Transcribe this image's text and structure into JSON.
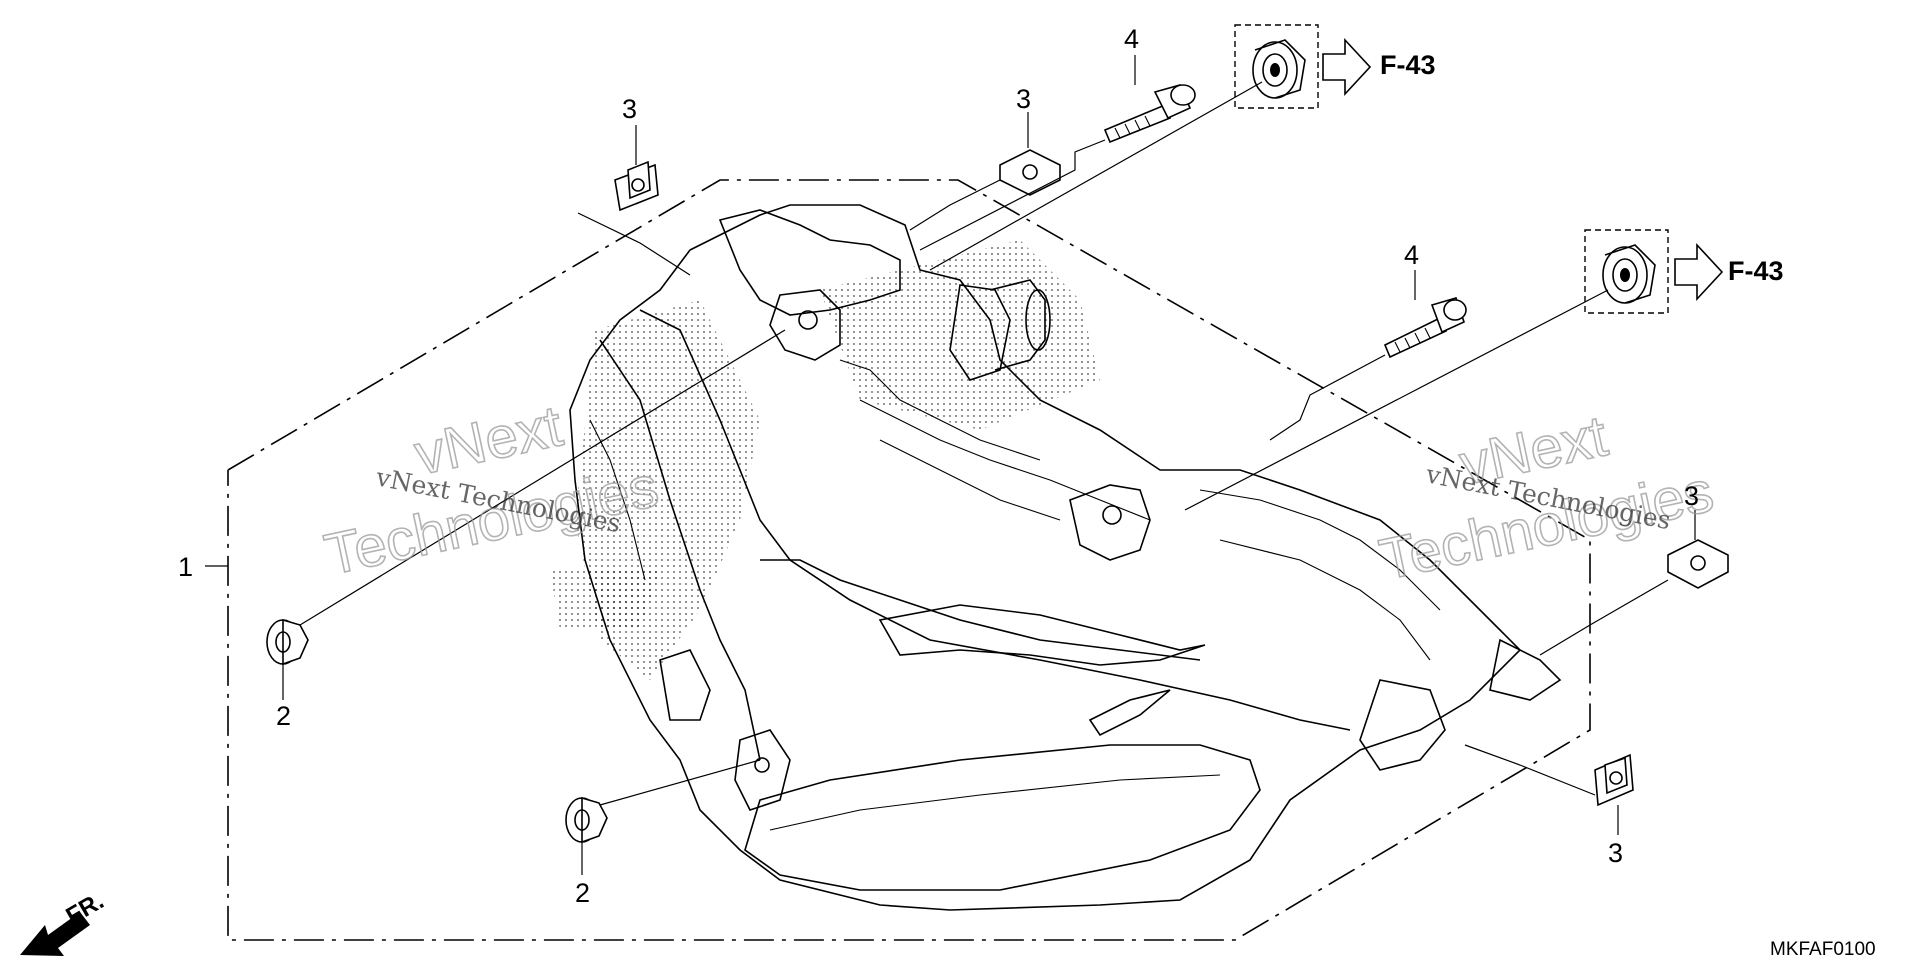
{
  "diagram": {
    "callouts": [
      {
        "id": "callout-1",
        "label": "1"
      },
      {
        "id": "callout-2-left",
        "label": "2"
      },
      {
        "id": "callout-2-bottom",
        "label": "2"
      },
      {
        "id": "callout-3-topleft",
        "label": "3"
      },
      {
        "id": "callout-3-topmid",
        "label": "3"
      },
      {
        "id": "callout-3-right",
        "label": "3"
      },
      {
        "id": "callout-3-bottomright",
        "label": "3"
      },
      {
        "id": "callout-4-top",
        "label": "4"
      },
      {
        "id": "callout-4-mid",
        "label": "4"
      }
    ],
    "references": [
      {
        "id": "ref-top",
        "label": "F-43"
      },
      {
        "id": "ref-mid",
        "label": "F-43"
      }
    ],
    "direction_label": "FR.",
    "figure_code": "MKFAF0100",
    "watermarks": {
      "left_small": "vNext Technologies",
      "left_big_line1": "vNext",
      "left_big_line2": "Technologies",
      "right_small": "vNext Technologies",
      "right_big_line1": "vNext",
      "right_big_line2": "Technologies"
    }
  }
}
